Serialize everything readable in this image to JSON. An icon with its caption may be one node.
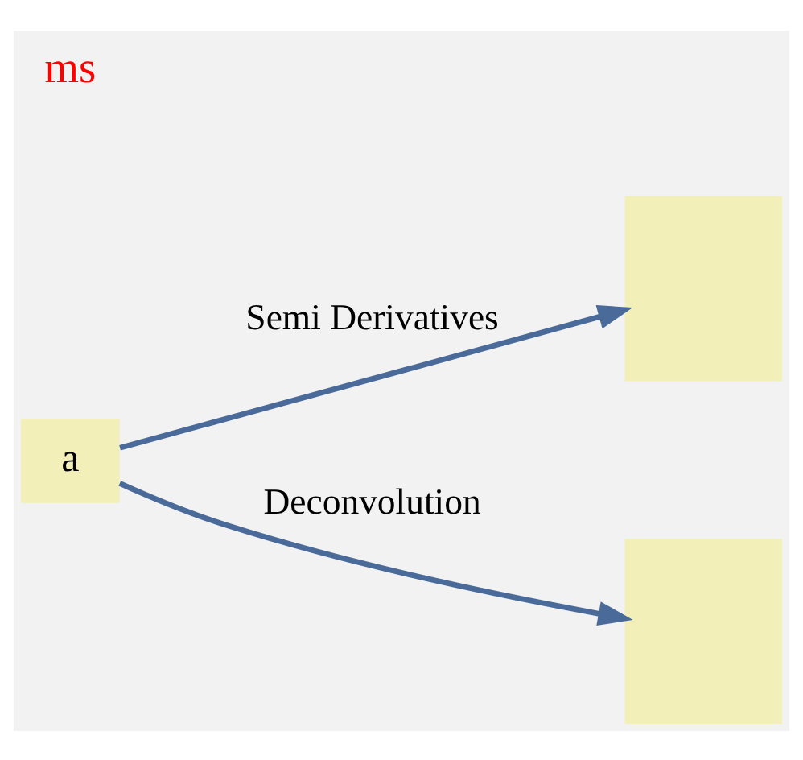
{
  "diagram": {
    "nodes": [
      {
        "text": [
          "a"
        ]
      },
      {
        "text": [],
        "shape": "box"
      },
      {
        "text": [],
        "shape": "box"
      }
    ],
    "edges": [
      {
        "from": 0,
        "to": 1,
        "arrow": "to",
        "label": "Semi Derivatives"
      },
      {
        "from": 0,
        "to": 2,
        "arrow": "to",
        "label": "Deconvolution"
      }
    ],
    "labels": [
      "ms"
    ]
  }
}
